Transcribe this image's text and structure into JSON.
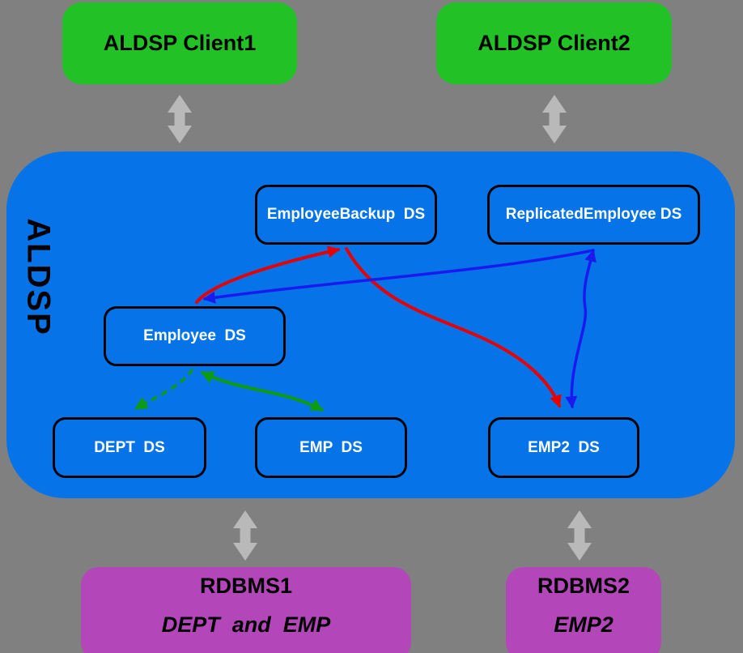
{
  "colors": {
    "background": "#808080",
    "client_box": "#22C226",
    "aldsp_box": "#0674E8",
    "rdbms_box": "#B346B8",
    "sync_arrow": "#B9B9B9",
    "red_arrow": "#E60000",
    "blue_arrow": "#1A1AEE",
    "green_arrow": "#0D9B10"
  },
  "clients": [
    {
      "label": "ALDSP Client1"
    },
    {
      "label": "ALDSP Client2"
    }
  ],
  "aldsp": {
    "label": "ALDSP",
    "data_services": [
      {
        "id": "employee-backup-ds",
        "label": "EmployeeBackup  DS"
      },
      {
        "id": "replicated-employee-ds",
        "label": "ReplicatedEmployee DS"
      },
      {
        "id": "employee-ds",
        "label": "Employee  DS"
      },
      {
        "id": "dept-ds",
        "label": "DEPT  DS"
      },
      {
        "id": "emp-ds",
        "label": "EMP  DS"
      },
      {
        "id": "emp2-ds",
        "label": "EMP2  DS"
      }
    ]
  },
  "databases": [
    {
      "name": "RDBMS1",
      "tables": "DEPT  and  EMP"
    },
    {
      "name": "RDBMS2",
      "tables": "EMP2"
    }
  ],
  "relationships": [
    {
      "from": "Employee DS",
      "to": "EmployeeBackup DS",
      "color": "red",
      "style": "solid"
    },
    {
      "from": "EmployeeBackup DS",
      "to": "EMP2 DS",
      "color": "red",
      "style": "solid"
    },
    {
      "from": "ReplicatedEmployee DS",
      "to": "Employee DS",
      "color": "blue",
      "style": "solid"
    },
    {
      "from": "ReplicatedEmployee DS",
      "to": "EMP2 DS",
      "color": "blue",
      "style": "solid",
      "bidirectional": true
    },
    {
      "from": "Employee DS",
      "to": "DEPT DS",
      "color": "green",
      "style": "dashed"
    },
    {
      "from": "Employee DS",
      "to": "EMP DS",
      "color": "green",
      "style": "solid",
      "bidirectional": true
    }
  ]
}
